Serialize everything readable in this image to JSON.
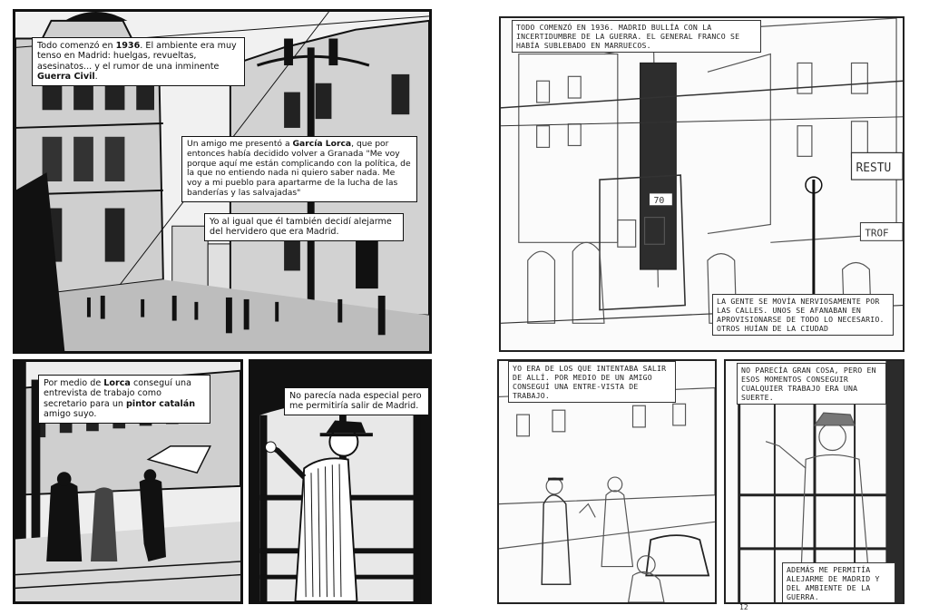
{
  "left_page": {
    "panel1": {
      "caption_a": {
        "pre": "Todo comenzó en ",
        "b1": "1936",
        "mid": ". El ambiente era muy tenso en Madrid: huelgas, revueltas, asesinatos... y el rumor de una inminente ",
        "b2": "Guerra Civil",
        "post": "."
      },
      "caption_b": {
        "pre": "Un amigo me presentó a ",
        "b1": "García Lorca",
        "post": ", que por entonces había decidido volver a Granada \"Me voy porque aquí me están complicando con la política, de la que no entiendo nada ni quiero saber nada. Me voy a mi pueblo para apartarme de la lucha de las banderías y las salvajadas\""
      },
      "caption_c": "Yo al igual que él también decidí alejarme del hervidero que era  Madrid."
    },
    "panel2": {
      "caption": {
        "pre": "Por medio de ",
        "b1": "Lorca",
        "mid": " conseguí una entrevista de trabajo como secretario para un ",
        "b2": "pintor catalán",
        "post": " amigo suyo."
      }
    },
    "panel3": {
      "caption": "No parecía nada especial pero me permitiría salir de Madrid."
    }
  },
  "right_page": {
    "panel1": {
      "caption_top": "Todo comenzó en 1936. Madrid bullía con la incertidumbre de la guerra. El general Franco se había sublebado en Marruecos.",
      "caption_bottom": "La gente se movía nerviosamente por las calles. Unos se afanaban en aprovisionarse de todo lo necesario. Otros huían de la ciudad",
      "sign_resto": "RESTU",
      "sign_trof": "TROF",
      "tram_number": "70"
    },
    "panel2": {
      "caption": "Yo era de los que intentaba salir de allí. Por medio de un amigo conseguí una entre-vista de trabajo."
    },
    "panel3": {
      "caption_top": "No parecía gran cosa, pero en esos momentos conseguir cualquier trabajo era una suerte.",
      "caption_bottom": "Además me permitía alejarme de Madrid y del ambiente de la guerra."
    },
    "page_number": "12"
  },
  "colors": {
    "ink": "#111111",
    "paper": "#ffffff",
    "pencil": "#555555"
  }
}
